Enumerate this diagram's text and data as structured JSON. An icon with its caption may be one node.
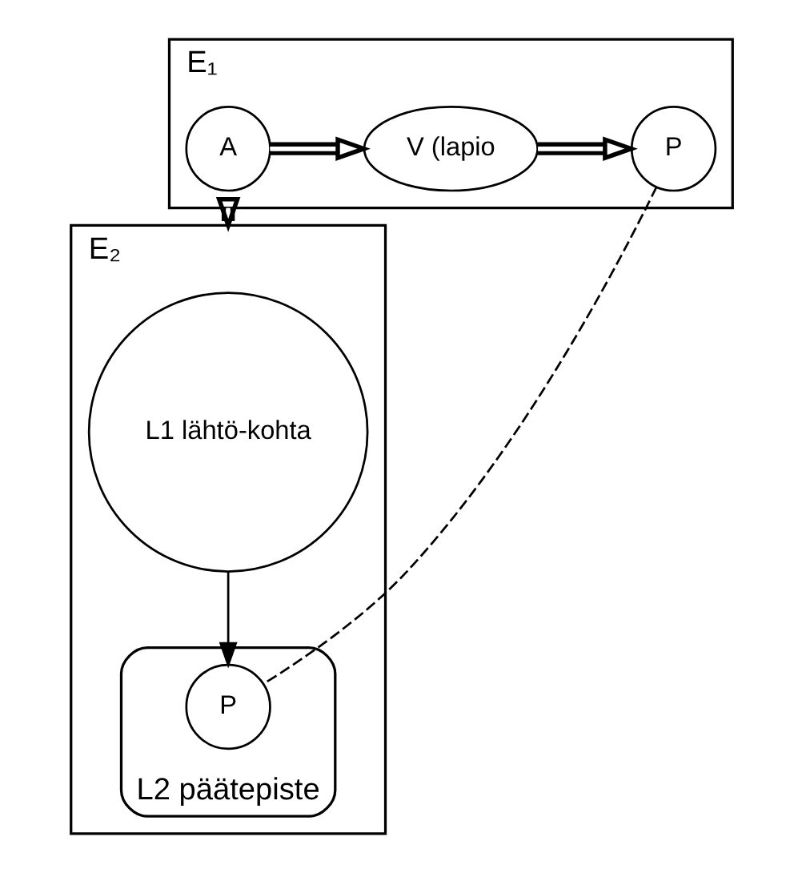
{
  "diagram": {
    "nodes": [
      {
        "text": [
          "E₁"
        ]
      },
      {
        "text": [
          "A"
        ],
        "in": 0
      },
      {
        "text": [
          "V (lapio"
        ],
        "in": 0
      },
      {
        "text": [
          "P"
        ],
        "in": 0
      },
      {
        "text": [
          "E₂"
        ]
      },
      {
        "text": [
          "L1 lähtö-kohta"
        ],
        "in": 4
      },
      {
        "text": [
          "L2 päätepiste"
        ],
        "in": 4
      },
      {
        "text": [
          "P"
        ],
        "in": 6
      }
    ],
    "edges": [
      {
        "from": 1,
        "to": 2,
        "arrow": "to"
      },
      {
        "from": 2,
        "to": 3,
        "arrow": "to"
      },
      {
        "from": 0,
        "to": 4,
        "arrow": "to"
      },
      {
        "from": 3,
        "to": 7,
        "arrow": "none",
        "style": "dashed"
      },
      {
        "from": 5,
        "to": 7,
        "arrow": "to"
      }
    ]
  }
}
